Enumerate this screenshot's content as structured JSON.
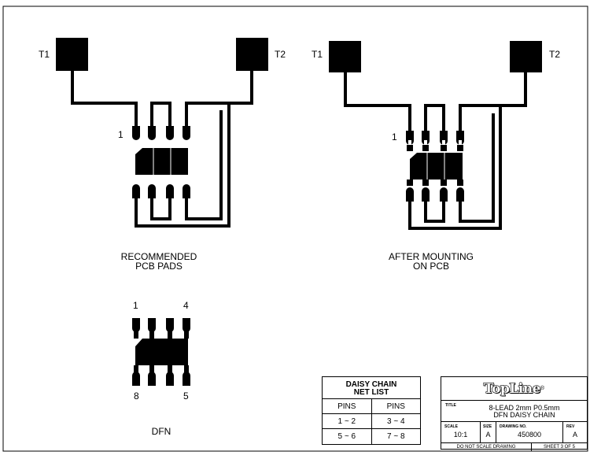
{
  "diagram": {
    "left_terminals": [
      "T1",
      "T2"
    ],
    "right_terminals": [
      "T1",
      "T2"
    ],
    "left_pin1": "1",
    "right_pin1": "1",
    "left_caption": [
      "RECOMMENDED",
      "PCB PADS"
    ],
    "right_caption": [
      "AFTER MOUNTING",
      "ON PCB"
    ],
    "dfn_pin_top_left": "1",
    "dfn_pin_top_right": "4",
    "dfn_pin_bottom_left": "8",
    "dfn_pin_bottom_right": "5",
    "dfn_caption": "DFN"
  },
  "net_list": {
    "title": [
      "DAISY CHAIN",
      "NET LIST"
    ],
    "headers": [
      "PINS",
      "PINS"
    ],
    "rows": [
      [
        "1 ~ 2",
        "3 ~ 4"
      ],
      [
        "5 ~ 6",
        "7 ~ 8"
      ]
    ]
  },
  "title_block": {
    "logo": "TopLine",
    "logo_mark": "®",
    "title_label": "TITLE",
    "title": [
      "8-LEAD 2mm P0.5mm",
      "DFN DAISY CHAIN"
    ],
    "scale_label": "SCALE",
    "scale": "10:1",
    "size_label": "SIZE",
    "size": "A",
    "drawing_no_label": "DRAWING NO.",
    "drawing_no": "450800",
    "rev_label": "REV",
    "rev": "A",
    "note": "DO NOT SCALE DRAWING",
    "sheet": "SHEET 3 OF 5"
  }
}
